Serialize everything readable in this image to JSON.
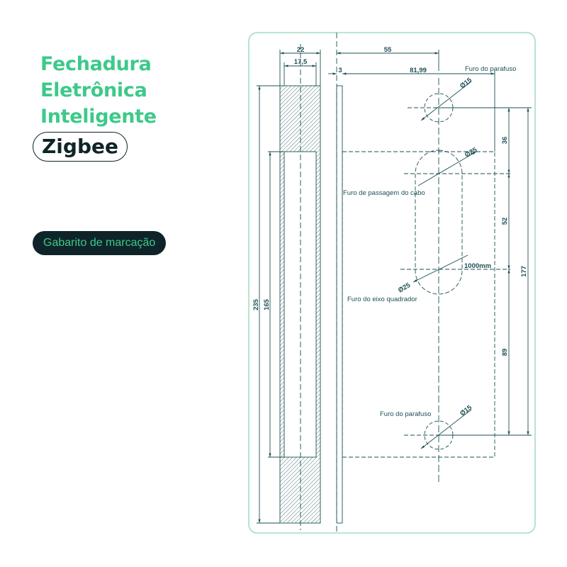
{
  "title": {
    "line1": "Fechadura",
    "line2": "Eletrônica",
    "line3": "Inteligente"
  },
  "protocol_badge": "Zigbee",
  "section_badge": "Gabarito de marcação",
  "drawing": {
    "dims": {
      "width_22": "22",
      "width_17_5": "17,5",
      "offset_55": "55",
      "offset_3": "3",
      "width_81_99": "81,99",
      "height_235": "235",
      "height_165": "165",
      "spacing_36": "36",
      "spacing_52": "52",
      "spacing_89": "89",
      "spacing_177": "177",
      "dia_15_top": "Ø15",
      "dia_25_top": "Ø25",
      "dia_25_bottom": "Ø25",
      "dia_15_bottom": "Ø15",
      "length_1000": "1000mm"
    },
    "labels": {
      "screw_hole_top": "Furo do parafuso",
      "cable_hole": "Furo  de passagem do cabo",
      "square_axis_hole": "Furo do eixo quadrador",
      "screw_hole_bottom": "Furo do parafuso"
    },
    "colors": {
      "line": "#1d4f55",
      "frame": "#8fd8b5",
      "accent": "#3dc98a",
      "dark": "#0f2428"
    }
  }
}
